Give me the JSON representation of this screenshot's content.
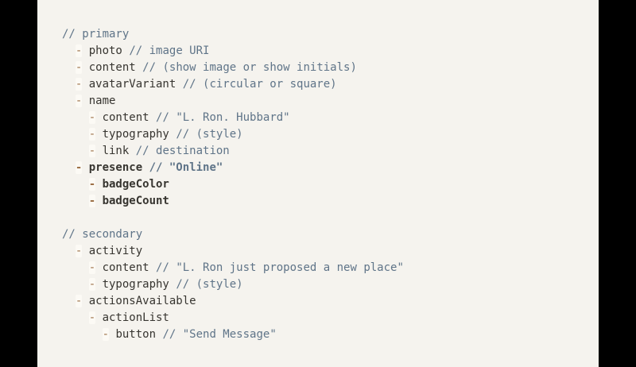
{
  "page": {
    "background_color": "#f5f3ee",
    "letterbox_color": "#000000",
    "text_color": "#373530",
    "comment_color": "#5f7488",
    "marker_color": "#9d7148",
    "marker_highlight_color": "#fcfaf5"
  },
  "doc": {
    "lines": [
      {
        "indent": 0,
        "marker": "",
        "name": "",
        "comment": "// primary",
        "bold": false,
        "blank": false
      },
      {
        "indent": 1,
        "marker": "-",
        "name": "photo",
        "comment": "// image URI",
        "bold": false,
        "blank": false
      },
      {
        "indent": 1,
        "marker": "-",
        "name": "content",
        "comment": "// (show image or show initials)",
        "bold": false,
        "blank": false
      },
      {
        "indent": 1,
        "marker": "-",
        "name": "avatarVariant",
        "comment": "// (circular or square)",
        "bold": false,
        "blank": false
      },
      {
        "indent": 1,
        "marker": "-",
        "name": "name",
        "comment": "",
        "bold": false,
        "blank": false
      },
      {
        "indent": 2,
        "marker": "-",
        "name": "content",
        "comment": "// \"L. Ron. Hubbard\"",
        "bold": false,
        "blank": false
      },
      {
        "indent": 2,
        "marker": "-",
        "name": "typography",
        "comment": "// (style)",
        "bold": false,
        "blank": false
      },
      {
        "indent": 2,
        "marker": "-",
        "name": "link",
        "comment": "// destination",
        "bold": false,
        "blank": false
      },
      {
        "indent": 1,
        "marker": "-",
        "name": "presence",
        "comment": "// \"Online\"",
        "bold": true,
        "blank": false
      },
      {
        "indent": 2,
        "marker": "-",
        "name": "badgeColor",
        "comment": "",
        "bold": true,
        "blank": false
      },
      {
        "indent": 2,
        "marker": "-",
        "name": "badgeCount",
        "comment": "",
        "bold": true,
        "blank": false
      },
      {
        "indent": 0,
        "marker": "",
        "name": "",
        "comment": "",
        "bold": false,
        "blank": true
      },
      {
        "indent": 0,
        "marker": "",
        "name": "",
        "comment": "// secondary",
        "bold": false,
        "blank": false
      },
      {
        "indent": 1,
        "marker": "-",
        "name": "activity",
        "comment": "",
        "bold": false,
        "blank": false
      },
      {
        "indent": 2,
        "marker": "-",
        "name": "content",
        "comment": "// \"L. Ron just proposed a new place\"",
        "bold": false,
        "blank": false
      },
      {
        "indent": 2,
        "marker": "-",
        "name": "typography",
        "comment": "// (style)",
        "bold": false,
        "blank": false
      },
      {
        "indent": 1,
        "marker": "-",
        "name": "actionsAvailable",
        "comment": "",
        "bold": false,
        "blank": false
      },
      {
        "indent": 2,
        "marker": "-",
        "name": "actionList",
        "comment": "",
        "bold": false,
        "blank": false
      },
      {
        "indent": 3,
        "marker": "-",
        "name": "button",
        "comment": "// \"Send Message\"",
        "bold": false,
        "blank": false
      }
    ]
  }
}
